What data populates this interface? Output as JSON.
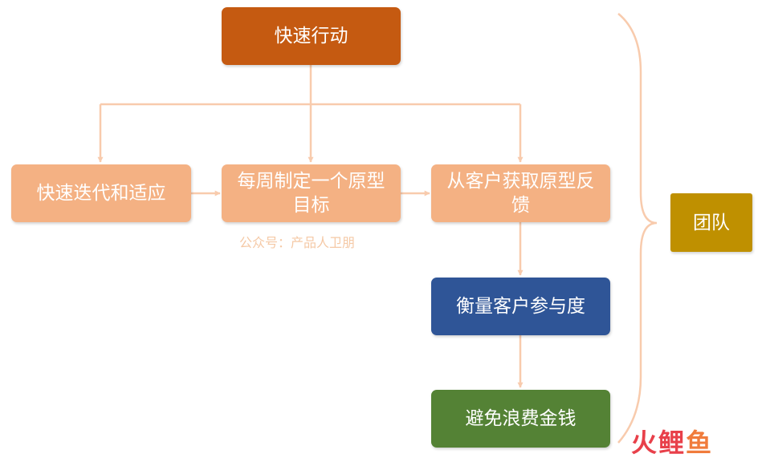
{
  "nodes": {
    "action": "快速行动",
    "iterate": "快速迭代和适应",
    "goal_line1": "每周制定一个原型",
    "goal_line2": "目标",
    "feedback_line1": "从客户获取原型反",
    "feedback_line2": "馈",
    "measure": "衡量客户参与度",
    "avoid": "避免浪费金钱",
    "team": "团队"
  },
  "watermark": "公众号：产品人卫朋",
  "logo": {
    "char1": "火",
    "char2": "鲤",
    "char3": "鱼"
  },
  "colors": {
    "action": "#c55a11",
    "light_nodes": "#f4b183",
    "measure": "#2f5597",
    "avoid": "#548235",
    "team": "#bf9000",
    "connectors": "#f8cbad"
  }
}
